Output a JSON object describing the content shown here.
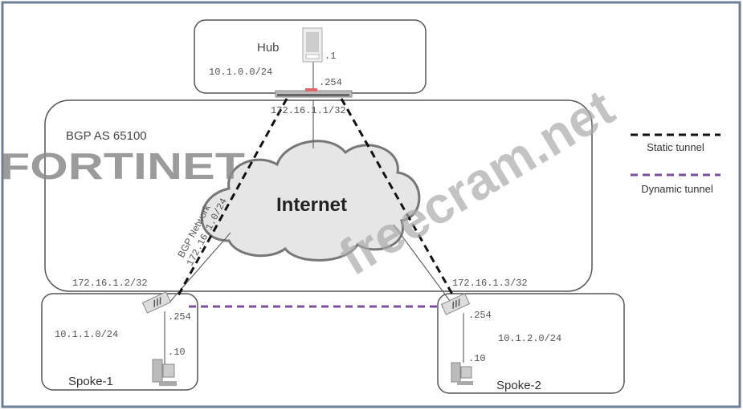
{
  "hub": {
    "label": "Hub",
    "subnet": "10.1.0.0/24",
    "server_ip": ".1",
    "fw_ip": ".254",
    "wan_ip": "172.16.1.1/32"
  },
  "bgp": {
    "label": "BGP AS 65100",
    "network_label": "BGP Network",
    "network_prefix": "172.16.1.0/24"
  },
  "internet": {
    "label": "Internet"
  },
  "spoke1": {
    "label": "Spoke-1",
    "subnet": "10.1.1.0/24",
    "fw_ip": ".254",
    "pc_ip": ".10",
    "wan_ip": "172.16.1.2/32"
  },
  "spoke2": {
    "label": "Spoke-2",
    "subnet": "10.1.2.0/24",
    "fw_ip": ".254",
    "pc_ip": ".10",
    "wan_ip": "172.16.1.3/32"
  },
  "legend": {
    "static": "Static tunnel",
    "dynamic": "Dynamic tunnel"
  },
  "watermarks": {
    "brand": "FORTINET",
    "site": "freecram.net"
  },
  "colors": {
    "static": "#111111",
    "dynamic": "#7a4fa0",
    "frame": "#6d7f94",
    "box": "#555555",
    "cloud": "#e6e6e6"
  }
}
